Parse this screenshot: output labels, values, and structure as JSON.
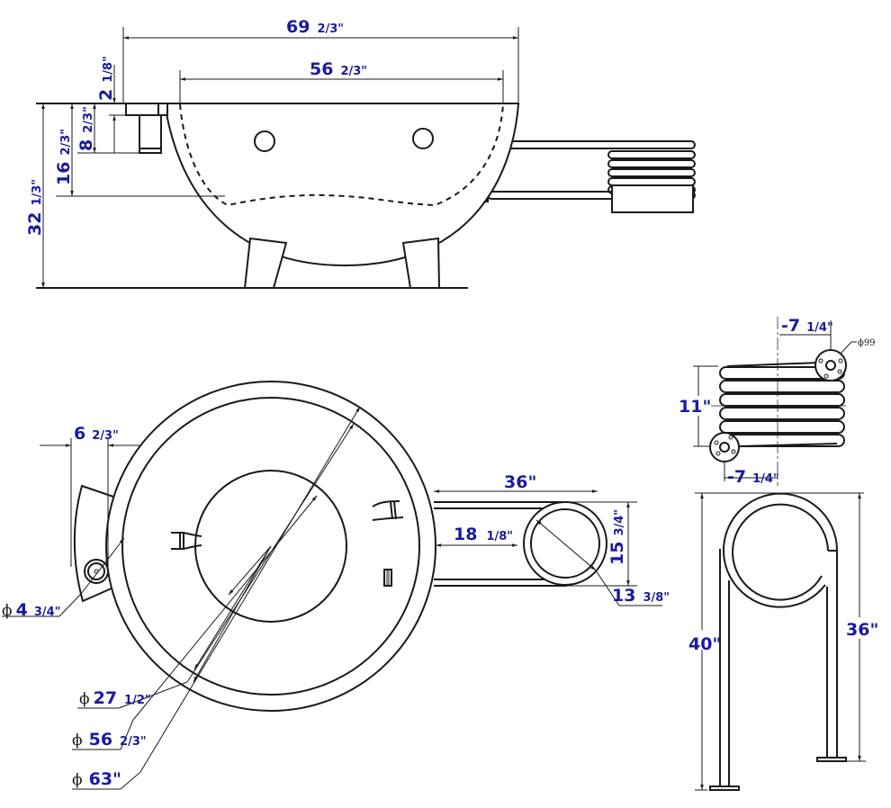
{
  "title": "Hot tub with external heating coil - dimension drawing",
  "colors": {
    "line": "#1a1a1a",
    "dimension_text": "#1a1aa0",
    "background": "#ffffff"
  },
  "side_view": {
    "overall_width": {
      "main": "69",
      "frac": "2/3\""
    },
    "tub_inner_width": {
      "main": "56",
      "frac": "2/3\""
    },
    "rim_height": {
      "main": "2",
      "frac": "1/8\""
    },
    "step_height": {
      "main": "8",
      "frac": "2/3\""
    },
    "seat_height": {
      "main": "16",
      "frac": "2/3\""
    },
    "total_height": {
      "main": "32",
      "frac": "1/3\""
    }
  },
  "top_view": {
    "drain_offset": {
      "main": "6",
      "frac": "2/3\""
    },
    "drain_diameter": {
      "symbol": "ϕ",
      "main": "4",
      "frac": "3/4\""
    },
    "heater_length": {
      "main": "36\"",
      "frac": ""
    },
    "heater_gap": {
      "main": "18",
      "frac": "1/8\""
    },
    "heater_width": {
      "main": "15",
      "frac": "3/4\""
    },
    "coil_diameter": {
      "main": "13",
      "frac": "3/8\""
    },
    "inner_diameter": {
      "symbol": "ϕ",
      "main": "27",
      "frac": "1/2\""
    },
    "tub_diameter": {
      "symbol": "ϕ",
      "main": "56",
      "frac": "2/3\""
    },
    "outer_diameter": {
      "symbol": "ϕ",
      "main": "63\"",
      "frac": ""
    }
  },
  "coil_detail": {
    "top_offset": {
      "main": "-7",
      "frac": "1/4\""
    },
    "bottom_offset": {
      "main": "-7",
      "frac": "1/4\""
    },
    "coil_height": {
      "main": "11\"",
      "frac": ""
    },
    "flange_diameter": "ϕ99",
    "turns": 6
  },
  "stand_view": {
    "left_leg_height": {
      "main": "40\"",
      "frac": ""
    },
    "right_leg_height": {
      "main": "36\"",
      "frac": ""
    }
  }
}
